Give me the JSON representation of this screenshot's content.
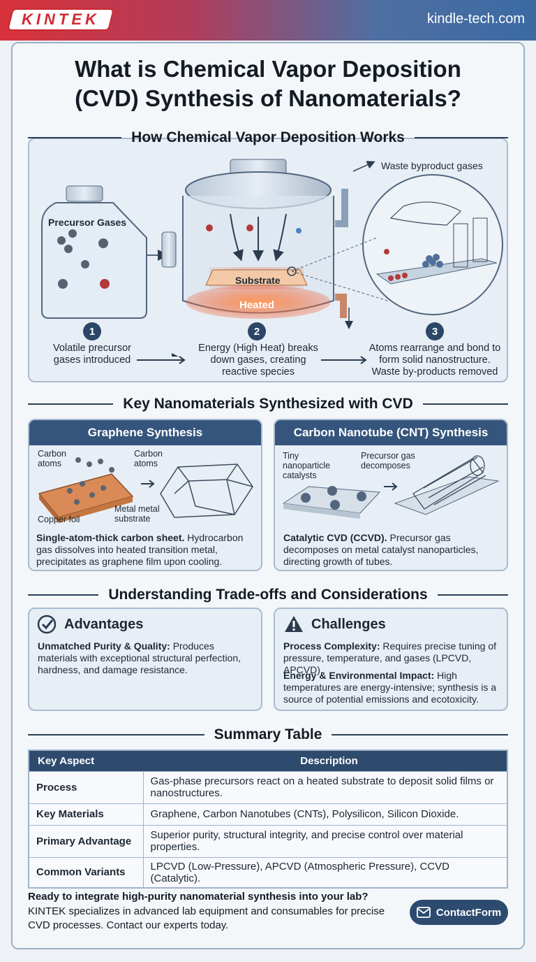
{
  "header": {
    "logo": "KINTEK",
    "site": "kindle-tech.com"
  },
  "title_line1": "What is Chemical Vapor Deposition",
  "title_line2": "(CVD) Synthesis of Nanomaterials?",
  "process": {
    "heading": "How Chemical Vapor Deposition Works",
    "precursor_label": "Precursor Gases",
    "substrate_label": "Substrate",
    "heated_label": "Heated",
    "waste_label": "Waste byproduct gases",
    "steps": [
      {
        "num": "1",
        "line1": "Volatile precursor",
        "line2": "gases introduced",
        "line3": ""
      },
      {
        "num": "2",
        "line1": "Energy (High Heat) breaks",
        "line2": "down gases, creating",
        "line3": "reactive species"
      },
      {
        "num": "3",
        "line1": "Atoms rearrange and bond to",
        "line2": "form solid nanostructure.",
        "line3": "Waste by-products removed"
      }
    ]
  },
  "materials": {
    "heading": "Key Nanomaterials Synthesized with CVD",
    "graphene": {
      "title": "Graphene Synthesis",
      "label_carbon_a": "Carbon atoms",
      "label_carbon_b": "Carbon atoms",
      "label_copper": "Copper foil",
      "label_metal": "Metal metal substrate",
      "desc_bold": "Single-atom-thick carbon sheet.",
      "desc_rest": " Hydrocarbon gas dissolves into heated transition metal, precipitates as graphene film upon cooling."
    },
    "cnt": {
      "title": "Carbon Nanotube (CNT) Synthesis",
      "label_catalyst": "Tiny nanoparticle catalysts",
      "label_gas": "Precursor gas decomposes",
      "desc_bold": "Catalytic CVD (CCVD).",
      "desc_rest": " Precursor gas decomposes on metal catalyst nanoparticles, directing growth of tubes."
    }
  },
  "tradeoffs": {
    "heading": "Understanding Trade-offs and Considerations",
    "advantages": {
      "title": "Advantages",
      "items": [
        {
          "bold": "Unmatched Purity & Quality:",
          "rest": " Produces materials with exceptional structural perfection, hardness, and damage resistance."
        }
      ]
    },
    "challenges": {
      "title": "Challenges",
      "items": [
        {
          "bold": "Process Complexity:",
          "rest": " Requires precise tuning of pressure, temperature, and gases (LPCVD, APCVD)."
        },
        {
          "bold": "Energy & Environmental Impact:",
          "rest": " High temperatures are energy-intensive; synthesis is a source of potential emissions and ecotoxicity."
        }
      ]
    }
  },
  "summary": {
    "heading": "Summary Table",
    "col1": "Key Aspect",
    "col2": "Description",
    "rows": [
      {
        "k": "Process",
        "v": "Gas-phase precursors react on a heated substrate to deposit solid films or nanostructures."
      },
      {
        "k": "Key Materials",
        "v": "Graphene, Carbon Nanotubes (CNTs), Polysilicon, Silicon Dioxide."
      },
      {
        "k": "Primary Advantage",
        "v": "Superior purity, structural integrity, and precise control over material properties."
      },
      {
        "k": "Common Variants",
        "v": "LPCVD (Low-Pressure), APCVD (Atmospheric Pressure), CCVD (Catalytic)."
      }
    ]
  },
  "cta": {
    "question": "Ready to integrate high-purity nanomaterial synthesis into your lab?",
    "text": "KINTEK specializes in advanced lab equipment and consumables for precise CVD processes. Contact our experts today.",
    "button": "ContactForm"
  },
  "colors": {
    "accent": "#2e4b6e",
    "brand_red": "#d12a32",
    "heat": "#f0643a"
  }
}
